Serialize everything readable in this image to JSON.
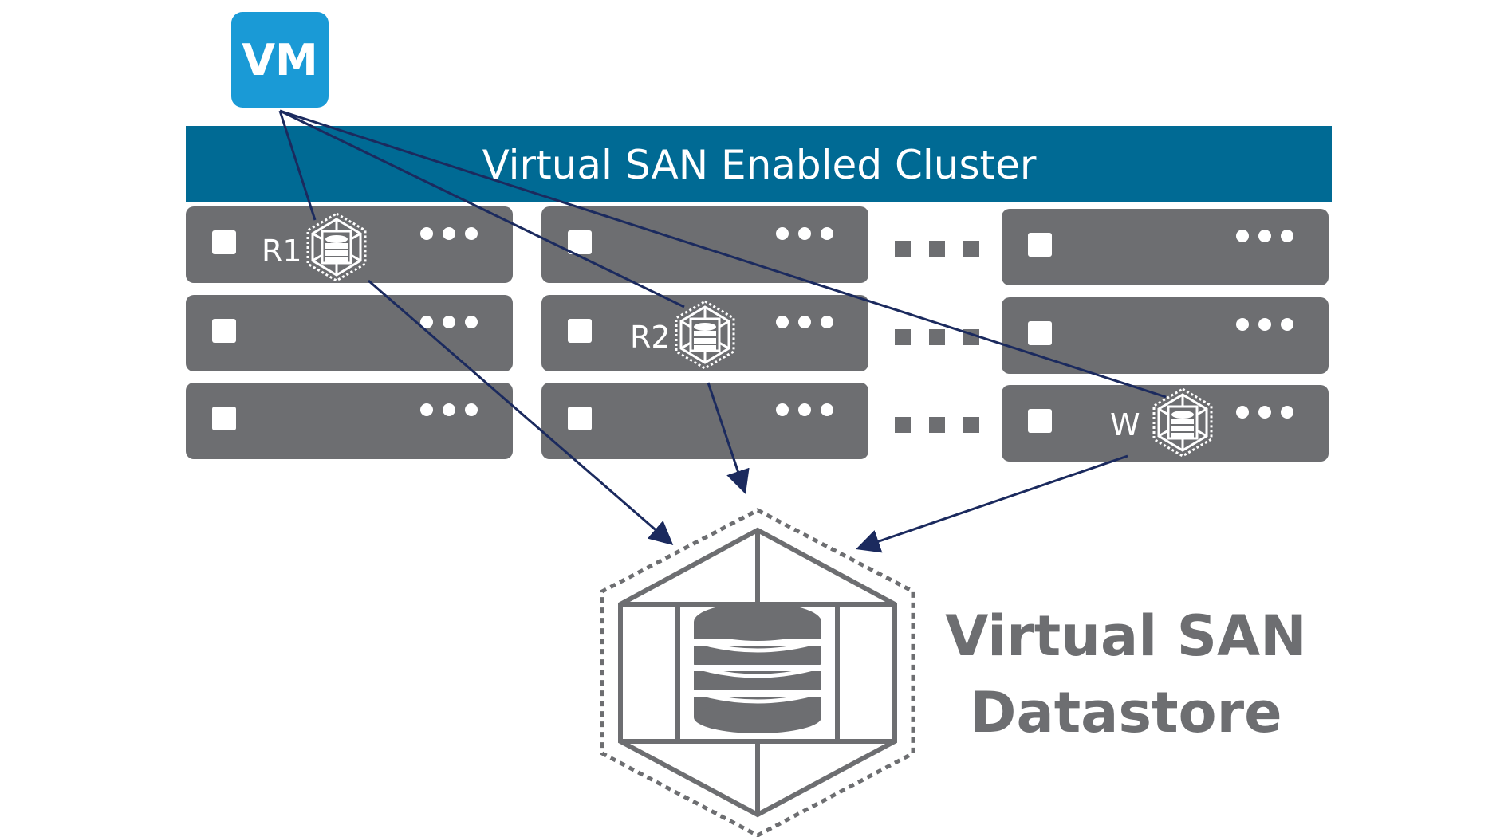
{
  "vm": {
    "label": "VM",
    "color": "#1a9ad6"
  },
  "cluster": {
    "label": "Virtual SAN Enabled Cluster",
    "color": "#006a94"
  },
  "objects": {
    "r1": "R1",
    "r2": "R2",
    "w": "W"
  },
  "datastore": {
    "line1": "Virtual SAN",
    "line2": "Datastore"
  },
  "colors": {
    "server": "#6d6e71",
    "arrow": "#1b2a5e",
    "datastore_text": "#6d6e71"
  }
}
